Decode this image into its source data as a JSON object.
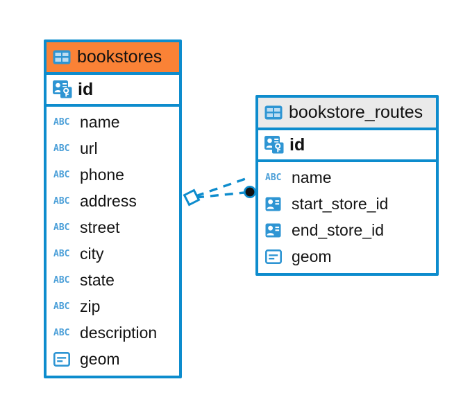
{
  "diagram": {
    "type": "entity-relationship-diagram",
    "accent_color": "#0d8ccd",
    "selected_header_color": "#fa8236",
    "normal_header_color": "#eaeaea",
    "icon_color": "#2e95d3"
  },
  "tables": [
    {
      "name": "bookstores",
      "selected": true,
      "header_icon": "table-icon",
      "primary_key": {
        "name": "id",
        "icon": "primary-key-icon",
        "type_label": ""
      },
      "fields": [
        {
          "name": "name",
          "icon": "abc-icon",
          "icon_text": "ABC"
        },
        {
          "name": "url",
          "icon": "abc-icon",
          "icon_text": "ABC"
        },
        {
          "name": "phone",
          "icon": "abc-icon",
          "icon_text": "ABC"
        },
        {
          "name": "address",
          "icon": "abc-icon",
          "icon_text": "ABC"
        },
        {
          "name": "street",
          "icon": "abc-icon",
          "icon_text": "ABC"
        },
        {
          "name": "city",
          "icon": "abc-icon",
          "icon_text": "ABC"
        },
        {
          "name": "state",
          "icon": "abc-icon",
          "icon_text": "ABC"
        },
        {
          "name": "zip",
          "icon": "abc-icon",
          "icon_text": "ABC"
        },
        {
          "name": "description",
          "icon": "abc-icon",
          "icon_text": "ABC"
        },
        {
          "name": "geom",
          "icon": "geometry-icon",
          "icon_text": ""
        }
      ]
    },
    {
      "name": "bookstore_routes",
      "selected": false,
      "header_icon": "table-icon",
      "primary_key": {
        "name": "id",
        "icon": "primary-key-icon",
        "type_label": ""
      },
      "fields": [
        {
          "name": "name",
          "icon": "abc-icon",
          "icon_text": "ABC"
        },
        {
          "name": "start_store_id",
          "icon": "foreign-key-icon",
          "icon_text": ""
        },
        {
          "name": "end_store_id",
          "icon": "foreign-key-icon",
          "icon_text": ""
        },
        {
          "name": "geom",
          "icon": "geometry-icon",
          "icon_text": ""
        }
      ]
    }
  ],
  "relationships": [
    {
      "from_table": "bookstores",
      "to_table": "bookstore_routes",
      "from_marker": "diamond",
      "to_marker": "filled-circle",
      "line_style": "dashed",
      "label": ""
    },
    {
      "from_table": "bookstores",
      "to_table": "bookstore_routes",
      "from_marker": "diamond",
      "to_marker": "filled-circle",
      "line_style": "dashed",
      "label": ""
    }
  ]
}
